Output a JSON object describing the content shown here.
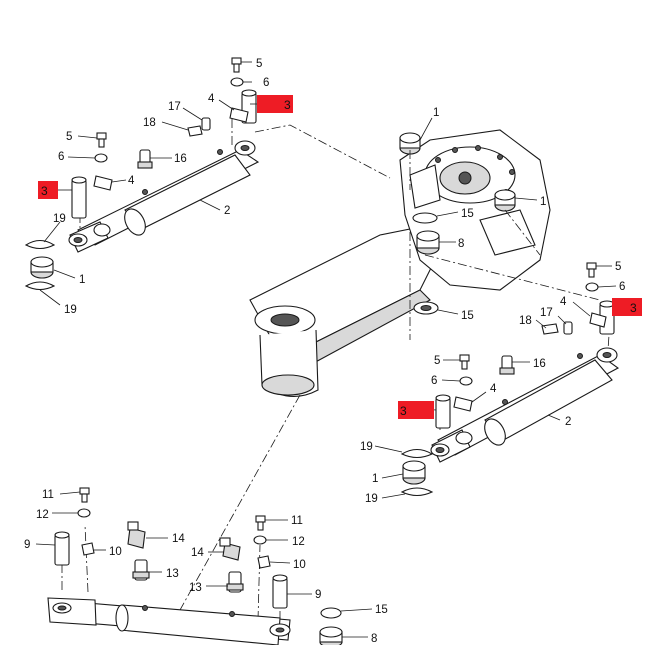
{
  "colors": {
    "highlight": "#ee1c25",
    "line": "#1a1a1a",
    "background": "#ffffff"
  },
  "callouts": {
    "c1a": "1",
    "c1b": "1",
    "c1c": "1",
    "c1d": "1",
    "c2a": "2",
    "c2b": "2",
    "c4a": "4",
    "c4b": "4",
    "c4c": "4",
    "c4d": "4",
    "c5a": "5",
    "c5b": "5",
    "c5c": "5",
    "c6a": "6",
    "c6b": "6",
    "c6c": "6",
    "c6d": "6",
    "c8a": "8",
    "c8b": "8",
    "c9a": "9",
    "c9b": "9",
    "c10a": "10",
    "c10b": "10",
    "c11a": "11",
    "c11b": "11",
    "c12a": "12",
    "c12b": "12",
    "c13a": "13",
    "c13b": "13",
    "c14a": "14",
    "c14b": "14",
    "c15a": "15",
    "c15b": "15",
    "c15c": "15",
    "c16a": "16",
    "c16b": "16",
    "c17a": "17",
    "c17b": "17",
    "c18a": "18",
    "c18b": "18",
    "c19a": "19",
    "c19b": "19",
    "c19c": "19",
    "c19d": "19",
    "c5d": "5"
  },
  "highlighted_callouts": {
    "h1": "3",
    "h2": "3",
    "h3": "3",
    "h4": "3"
  }
}
